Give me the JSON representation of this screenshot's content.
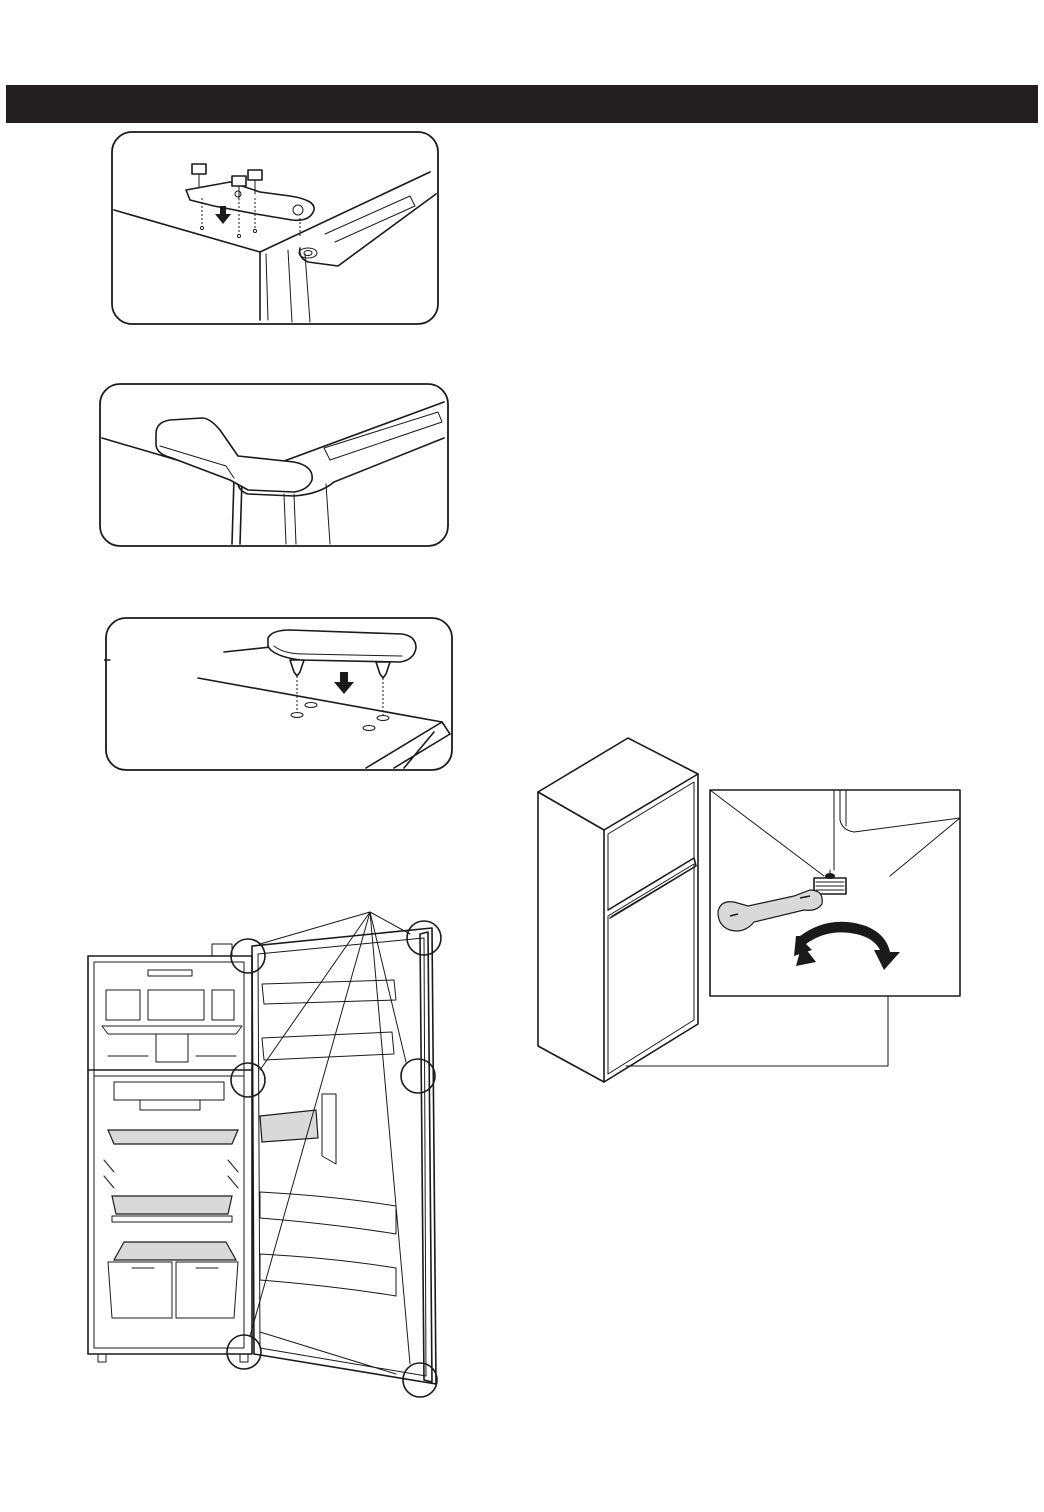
{
  "header": {
    "title": "",
    "color": "#231f20"
  },
  "figures": [
    {
      "id": "top-hinge-install",
      "icon": "hinge-bolts-illustration"
    },
    {
      "id": "hinge-cover",
      "icon": "hinge-cover-illustration"
    },
    {
      "id": "hinge-cover-pins",
      "icon": "pin-cover-illustration"
    },
    {
      "id": "door-gaskets",
      "icon": "open-refrigerator-illustration"
    },
    {
      "id": "leveling-foot",
      "icon": "refrigerator-leveling-illustration"
    }
  ]
}
